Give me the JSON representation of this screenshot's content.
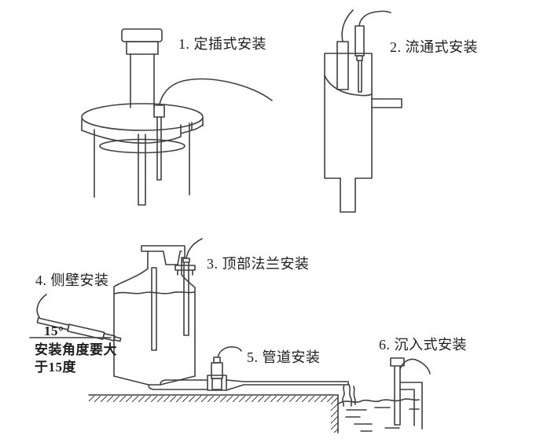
{
  "figure": {
    "title_hint": "sensor installation methods diagram",
    "background": "#ffffff",
    "line_color": "#3f3f3f",
    "text_color": "#1e1e1e",
    "labels": {
      "method1": "1. 定插式安装",
      "method2": "2. 流通式安装",
      "method3": "3. 顶部法兰安装",
      "method4": "4. 侧壁安装",
      "method5": "5. 管道安装",
      "method6": "6. 沉入式安装",
      "angle": "15°",
      "angle_note": "安装角度要大于15度"
    }
  }
}
